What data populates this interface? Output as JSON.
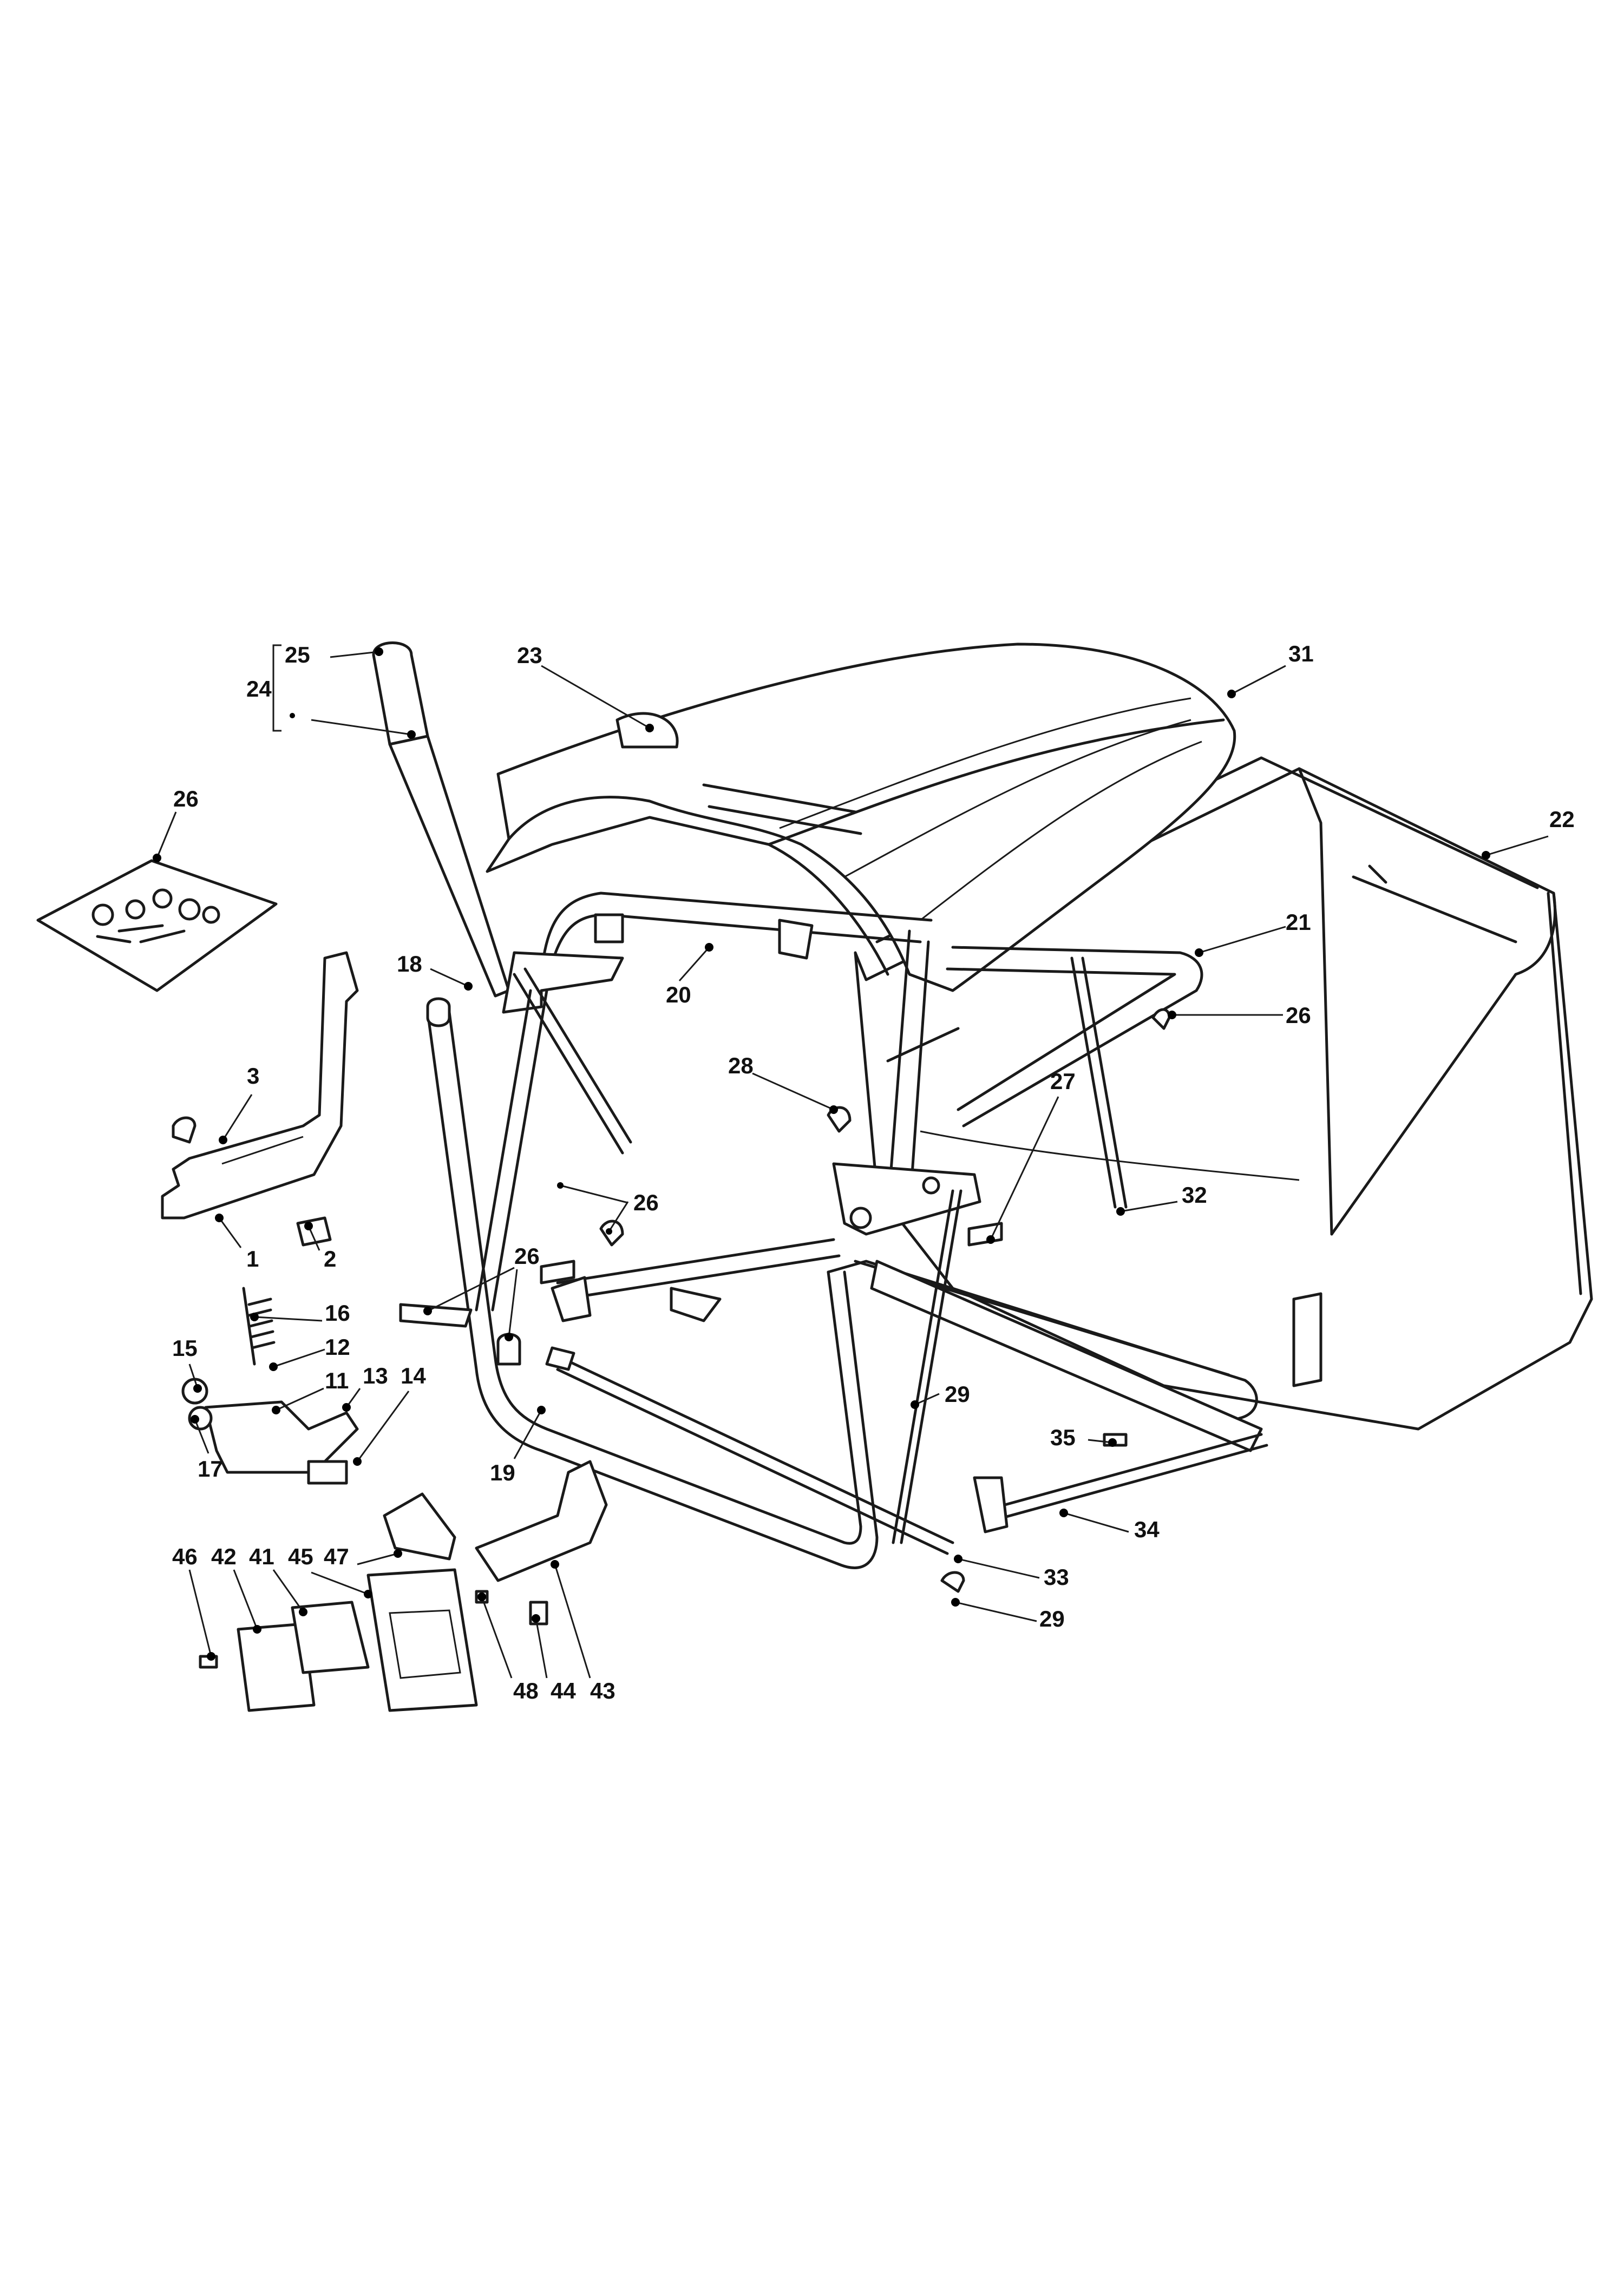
{
  "callouts": [
    {
      "id": "c1",
      "label": "1"
    },
    {
      "id": "c2",
      "label": "2"
    },
    {
      "id": "c3",
      "label": "3"
    },
    {
      "id": "c11",
      "label": "11"
    },
    {
      "id": "c12",
      "label": "12"
    },
    {
      "id": "c13",
      "label": "13"
    },
    {
      "id": "c14",
      "label": "14"
    },
    {
      "id": "c15",
      "label": "15"
    },
    {
      "id": "c16",
      "label": "16"
    },
    {
      "id": "c17",
      "label": "17"
    },
    {
      "id": "c18",
      "label": "18"
    },
    {
      "id": "c19",
      "label": "19"
    },
    {
      "id": "c20",
      "label": "20"
    },
    {
      "id": "c21",
      "label": "21"
    },
    {
      "id": "c22",
      "label": "22"
    },
    {
      "id": "c23",
      "label": "23"
    },
    {
      "id": "c24",
      "label": "24"
    },
    {
      "id": "c25",
      "label": "25"
    },
    {
      "id": "c26a",
      "label": "26"
    },
    {
      "id": "c26b",
      "label": "26"
    },
    {
      "id": "c26c",
      "label": "26"
    },
    {
      "id": "c26d",
      "label": "26"
    },
    {
      "id": "c27",
      "label": "27"
    },
    {
      "id": "c28",
      "label": "28"
    },
    {
      "id": "c29a",
      "label": "29"
    },
    {
      "id": "c29b",
      "label": "29"
    },
    {
      "id": "c31",
      "label": "31"
    },
    {
      "id": "c32",
      "label": "32"
    },
    {
      "id": "c33",
      "label": "33"
    },
    {
      "id": "c34",
      "label": "34"
    },
    {
      "id": "c35",
      "label": "35"
    },
    {
      "id": "c41",
      "label": "41"
    },
    {
      "id": "c42",
      "label": "42"
    },
    {
      "id": "c43",
      "label": "43"
    },
    {
      "id": "c44",
      "label": "44"
    },
    {
      "id": "c45",
      "label": "45"
    },
    {
      "id": "c46",
      "label": "46"
    },
    {
      "id": "c47",
      "label": "47"
    },
    {
      "id": "c48",
      "label": "48"
    }
  ],
  "colors": {
    "line": "#1a1a1a",
    "background": "#ffffff"
  }
}
